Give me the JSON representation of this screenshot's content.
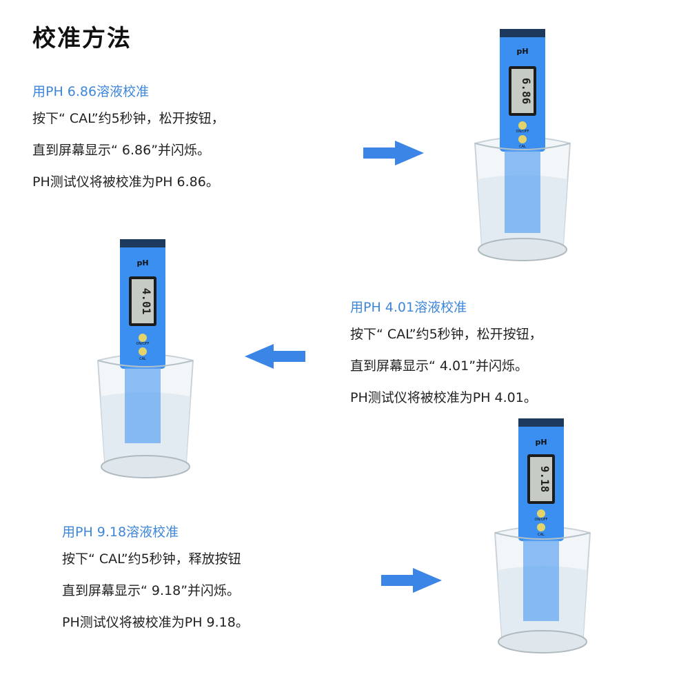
{
  "page": {
    "title": "校准方法"
  },
  "steps": [
    {
      "heading": "用PH 6.86溶液校准",
      "lines": [
        "按下“ CAL”约5秒钟，松开按钮，",
        "直到屏幕显示“ 6.86”并闪烁。",
        "PH测试仪将被校准为PH 6.86。"
      ],
      "display": "6.86"
    },
    {
      "heading": "用PH 4.01溶液校准",
      "lines": [
        "按下“ CAL”约5秒钟，松开按钮，",
        "直到屏幕显示“ 4.01”并闪烁。",
        "PH测试仪将被校准为PH 4.01。"
      ],
      "display": "4.01"
    },
    {
      "heading": "用PH 9.18溶液校准",
      "lines": [
        "按下“ CAL”约5秒钟，释放按钮",
        "直到屏幕显示“ 9.18”并闪烁。",
        "PH测试仪将被校准为PH 9.18。"
      ],
      "display": "9.18"
    }
  ],
  "meter": {
    "label": "pH",
    "power_label": "ON/OFF",
    "cal_label": "CAL"
  },
  "colors": {
    "accent": "#3d86d8",
    "meter_body": "#3b8ff0",
    "arrow": "#3a85e6"
  }
}
